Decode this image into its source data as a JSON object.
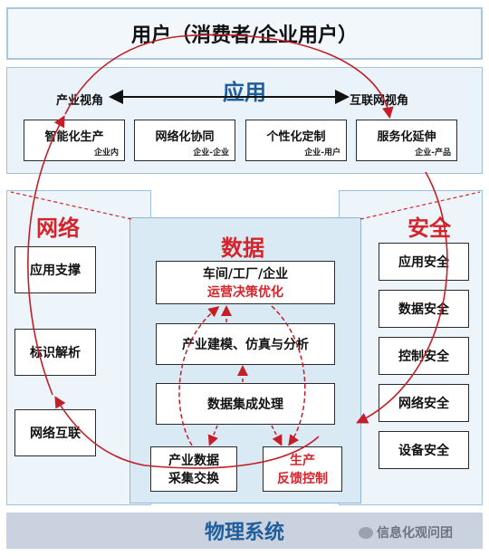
{
  "user_bar": {
    "label": "用户（消费者/企业用户）"
  },
  "application": {
    "title": "应用",
    "left_view": "产业视角",
    "right_view": "互联网视角",
    "boxes": [
      {
        "label": "智能化生产",
        "sub": "企业内"
      },
      {
        "label": "网络化协同",
        "sub": "企业-企业"
      },
      {
        "label": "个性化定制",
        "sub": "企业-用户"
      },
      {
        "label": "服务化延伸",
        "sub": "企业-产品"
      }
    ]
  },
  "network": {
    "title": "网络",
    "items": [
      "应用支撑",
      "标识解析",
      "网络互联"
    ]
  },
  "security": {
    "title": "安全",
    "items": [
      "应用安全",
      "数据安全",
      "控制安全",
      "网络安全",
      "设备安全"
    ]
  },
  "data": {
    "title": "数据",
    "top_box": {
      "line1": "车间/工厂/企业",
      "line2": "运营决策优化"
    },
    "modeling": "产业建模、仿真与分析",
    "integration": "数据集成处理",
    "collect": {
      "line1": "产业数据",
      "line2": "采集交换"
    },
    "control": {
      "line1": "生产",
      "line2": "反馈控制"
    }
  },
  "physical": {
    "label": "物理系统"
  },
  "watermark": {
    "text": "信息化观问团"
  },
  "colors": {
    "red": "#d4242c",
    "blue": "#1f5d9c",
    "panel": "#e9f2f9"
  }
}
